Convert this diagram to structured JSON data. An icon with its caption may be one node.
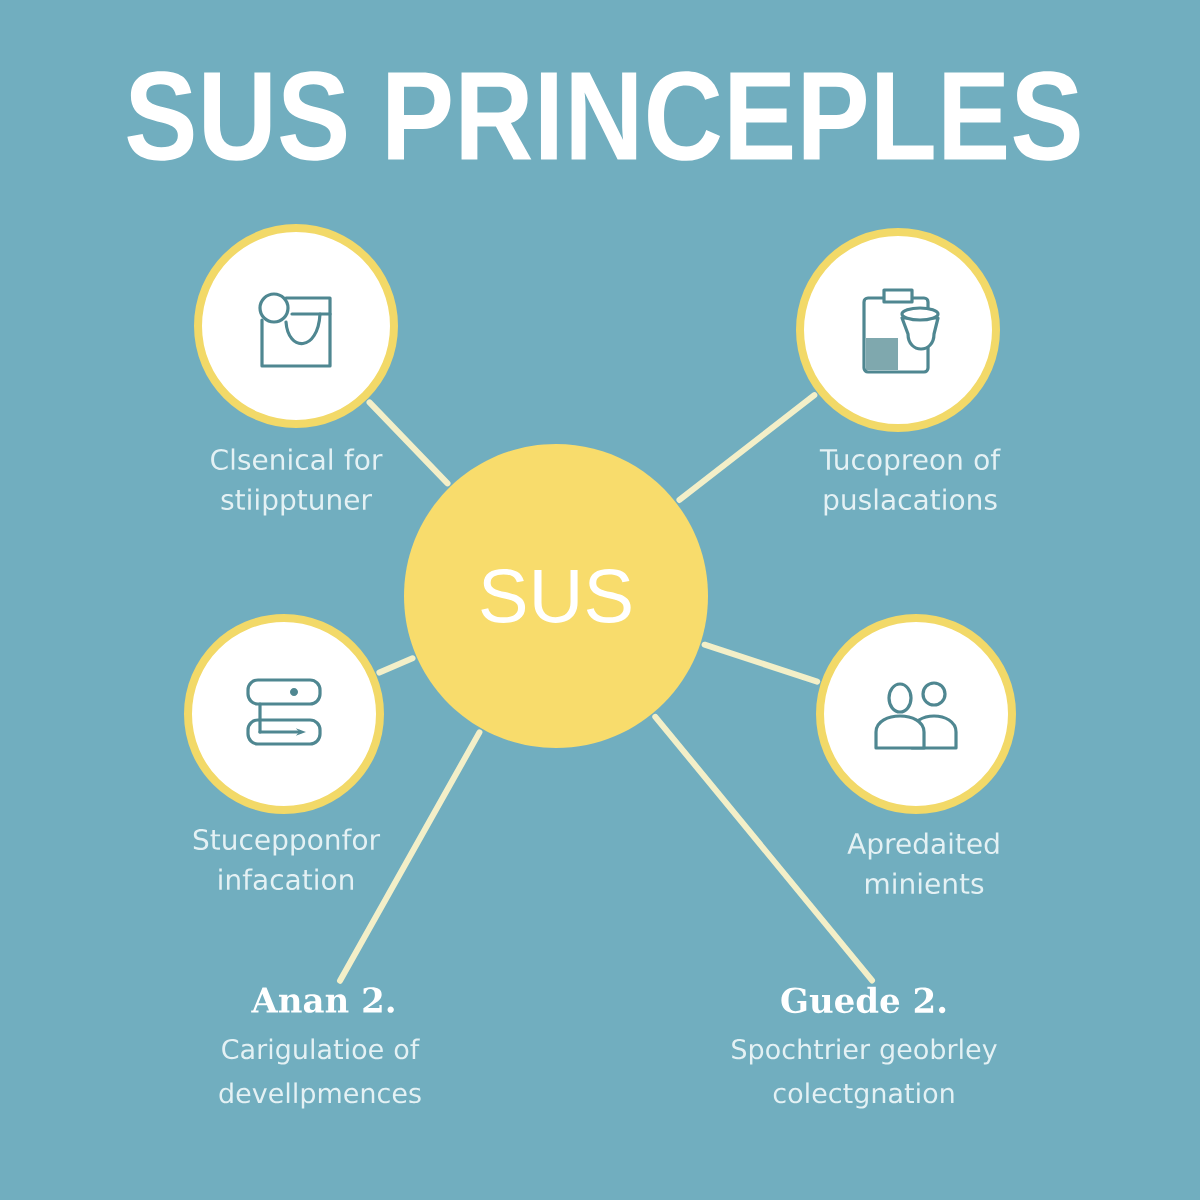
{
  "diagram": {
    "title": "SUS PRINCEPLES",
    "nodes": [
      {
        "text": [
          "Clsenical for stiipptuner"
        ]
      },
      {
        "text": [
          "Tucopreon of puslacations"
        ]
      },
      {
        "text": [
          "SUS"
        ]
      },
      {
        "text": [
          "Stucepponfor infacation"
        ]
      },
      {
        "text": [
          "Apredaited minients"
        ]
      },
      {
        "text": [
          "Anan 2.",
          "Carigulatioe of devellpmences"
        ]
      },
      {
        "text": [
          "Guede 2.",
          "Spochtrier geobrley colectgnation"
        ]
      }
    ],
    "edges": [
      {
        "from": 2,
        "to": 0,
        "arrow": "none"
      },
      {
        "from": 2,
        "to": 1,
        "arrow": "none"
      },
      {
        "from": 2,
        "to": 3,
        "arrow": "none"
      },
      {
        "from": 2,
        "to": 4,
        "arrow": "none"
      },
      {
        "from": 2,
        "to": 5,
        "arrow": "none"
      },
      {
        "from": 2,
        "to": 6,
        "arrow": "none"
      }
    ]
  }
}
